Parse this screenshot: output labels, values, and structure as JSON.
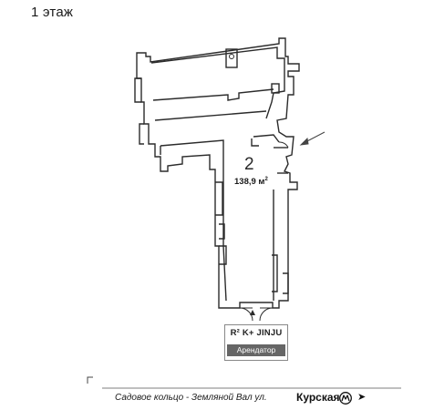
{
  "floor_label": "1 этаж",
  "room": {
    "number": "2",
    "area_value": "138,9 м",
    "area_unit_sup": "2"
  },
  "tenant": {
    "brand": "R² K+ JINJU",
    "label": "Арендатор"
  },
  "street": "Садовое кольцо - Земляной Вал ул.",
  "metro": {
    "station": "Курская",
    "icon": "metro-m-icon",
    "arrow": "➤"
  },
  "colors": {
    "wall": "#2b2b2b",
    "tenant_label_bg": "#666666",
    "room_fill": "#ffffff"
  }
}
